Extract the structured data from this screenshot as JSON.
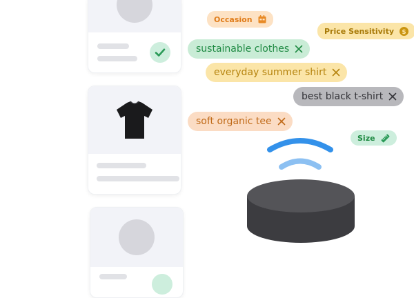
{
  "badges": {
    "occasion": "Occasion",
    "price_sensitivity": "Price Sensitivity",
    "size": "Size"
  },
  "queries": [
    {
      "label": "sustainable clothes",
      "bg": "#c9ecd6",
      "fg": "#1f8a43"
    },
    {
      "label": "everyday summer shirt",
      "bg": "#fbe5a8",
      "fg": "#b5830d"
    },
    {
      "label": "best black t-shirt",
      "bg": "#b8b8bc",
      "fg": "#333338"
    },
    {
      "label": "soft organic tee",
      "bg": "#fbdcc4",
      "fg": "#c06a18"
    }
  ],
  "colors": {
    "occasion_bg": "#fde2c4",
    "occasion_fg": "#e07d1b",
    "price_bg": "#fbe5a8",
    "price_fg": "#a87a08",
    "size_bg": "#cdeedd",
    "size_fg": "#1f8a43",
    "signal_primary": "#3391ea",
    "signal_secondary": "#8cc0f2",
    "speaker": "#4a4a4e"
  },
  "icons": {
    "occasion": "calendar-icon",
    "price_sensitivity": "dollar-coin-icon",
    "size": "ruler-icon",
    "product": "black-tshirt",
    "device": "smart-speaker",
    "selected": "checkmark-icon",
    "remove": "close-icon"
  }
}
